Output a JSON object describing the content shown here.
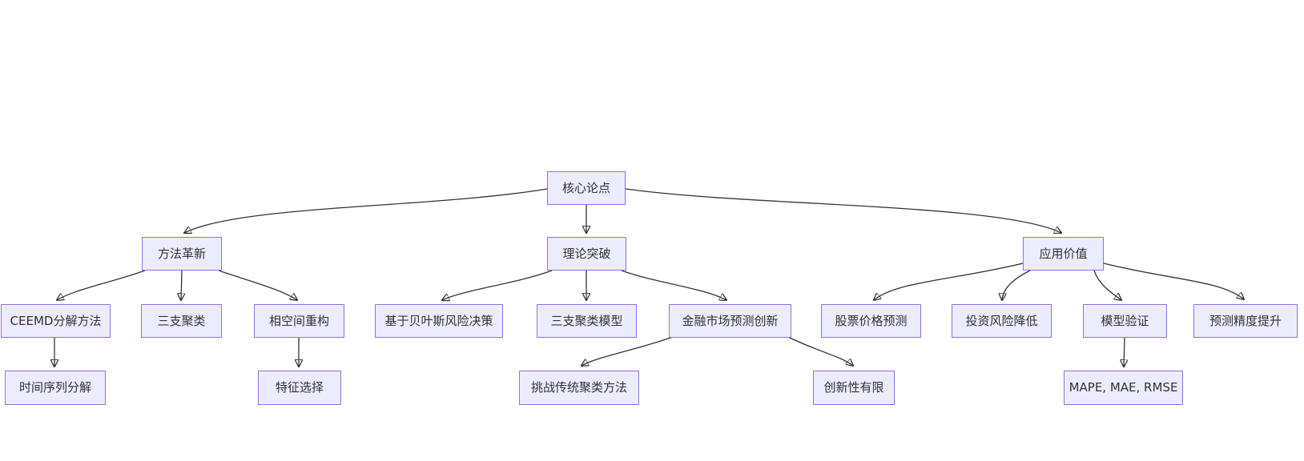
{
  "diagram": {
    "type": "flowchart",
    "direction": "top-down",
    "background_color": "#ffffff",
    "node_fill_color": "#ECECFF",
    "node_border_color": "#9370DB",
    "edge_color": "#333333",
    "text_color": "#333333"
  },
  "nodes": {
    "core_thesis": "核心论点",
    "method_innovation": "方法革新",
    "theoretical_breakthrough": "理论突破",
    "application_value": "应用价值",
    "ceemd_decomposition": "CEEMD分解方法",
    "three_way_clustering": "三支聚类",
    "phase_space_reconstruction": "相空间重构",
    "bayesian_risk_decision": "基于贝叶斯风险决策",
    "three_way_clustering_model": "三支聚类模型",
    "financial_market_forecast_innovation": "金融市场预测创新",
    "stock_price_prediction": "股票价格预测",
    "investment_risk_reduction": "投资风险降低",
    "model_validation": "模型验证",
    "forecast_accuracy_improvement": "预测精度提升",
    "time_series_decomposition": "时间序列分解",
    "feature_selection": "特征选择",
    "challenge_traditional_clustering": "挑战传统聚类方法",
    "limited_novelty": "创新性有限",
    "error_metrics": "MAPE, MAE, RMSE"
  },
  "edges": [
    {
      "from": "core_thesis",
      "to": "method_innovation"
    },
    {
      "from": "core_thesis",
      "to": "theoretical_breakthrough"
    },
    {
      "from": "core_thesis",
      "to": "application_value"
    },
    {
      "from": "method_innovation",
      "to": "ceemd_decomposition"
    },
    {
      "from": "method_innovation",
      "to": "three_way_clustering"
    },
    {
      "from": "method_innovation",
      "to": "phase_space_reconstruction"
    },
    {
      "from": "theoretical_breakthrough",
      "to": "bayesian_risk_decision"
    },
    {
      "from": "theoretical_breakthrough",
      "to": "three_way_clustering_model"
    },
    {
      "from": "theoretical_breakthrough",
      "to": "financial_market_forecast_innovation"
    },
    {
      "from": "application_value",
      "to": "stock_price_prediction"
    },
    {
      "from": "application_value",
      "to": "investment_risk_reduction"
    },
    {
      "from": "application_value",
      "to": "model_validation"
    },
    {
      "from": "application_value",
      "to": "forecast_accuracy_improvement"
    },
    {
      "from": "ceemd_decomposition",
      "to": "time_series_decomposition"
    },
    {
      "from": "phase_space_reconstruction",
      "to": "feature_selection"
    },
    {
      "from": "financial_market_forecast_innovation",
      "to": "challenge_traditional_clustering"
    },
    {
      "from": "financial_market_forecast_innovation",
      "to": "limited_novelty"
    },
    {
      "from": "model_validation",
      "to": "error_metrics"
    }
  ]
}
